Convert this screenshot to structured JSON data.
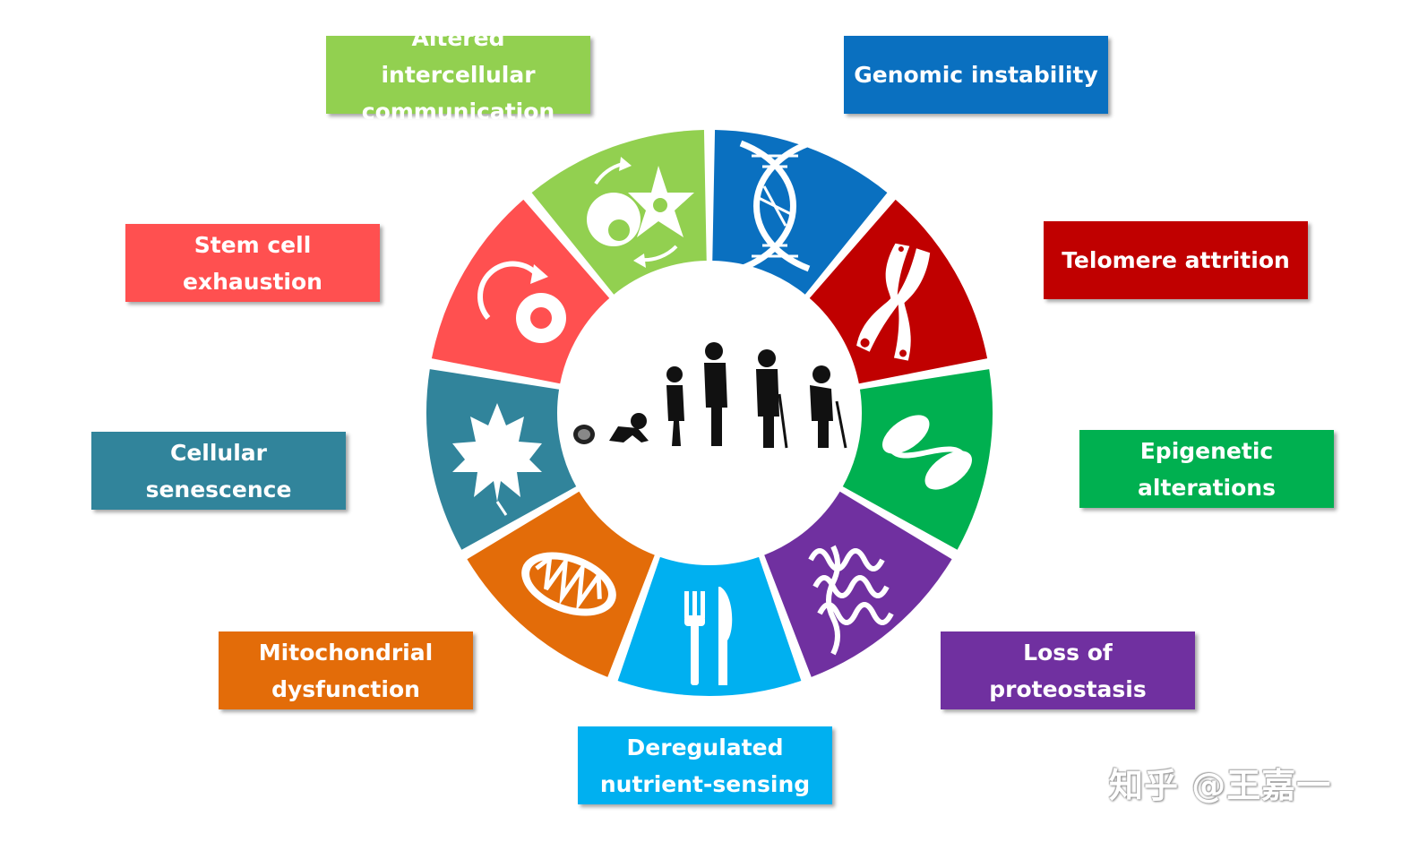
{
  "hallmarks": [
    {
      "id": "genomic-instability",
      "label": "Genomic instability",
      "color": "#0A70C0",
      "icon": "dna-icon"
    },
    {
      "id": "telomere-attrition",
      "label": "Telomere attrition",
      "color": "#C00000",
      "icon": "chromosome-icon"
    },
    {
      "id": "epigenetic-alterations",
      "label": "Epigenetic\nalterations",
      "color": "#00B050",
      "icon": "nucleosome-icon"
    },
    {
      "id": "loss-of-proteostasis",
      "label": "Loss of\nproteostasis",
      "color": "#7030A0",
      "icon": "protein-structure-icon"
    },
    {
      "id": "deregulated-nutrient-sensing",
      "label": "Deregulated\nnutrient-sensing",
      "color": "#00B0F0",
      "icon": "fork-knife-icon"
    },
    {
      "id": "mitochondrial-dysfunction",
      "label": "Mitochondrial\ndysfunction",
      "color": "#E36C09",
      "icon": "mitochondrion-icon"
    },
    {
      "id": "cellular-senescence",
      "label": "Cellular\nsenescence",
      "color": "#31849B",
      "icon": "maple-leaf-icon"
    },
    {
      "id": "stem-cell-exhaustion",
      "label": "Stem cell\nexhaustion",
      "color": "#FF5050",
      "icon": "stem-cell-icon"
    },
    {
      "id": "altered-intercellular-communication",
      "label": "Altered intercellular\ncommunication",
      "color": "#92D050",
      "icon": "cell-communication-icon"
    }
  ],
  "center_icon": "human-life-stages-icon",
  "watermark": "知乎 @王嘉一"
}
